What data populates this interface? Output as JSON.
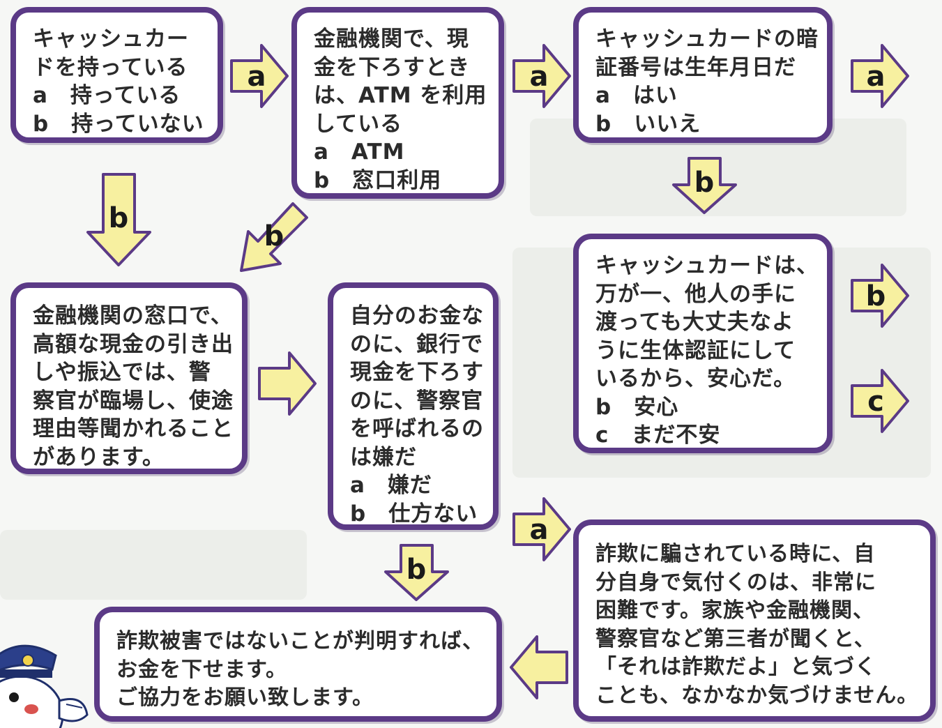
{
  "nodes": {
    "q1": [
      "キャッシュカー",
      "ドを持っている",
      "a　持っている",
      "b　持っていない"
    ],
    "q2": [
      "金融機関で、現",
      "金を下ろすとき",
      "は、ATM を利用",
      "している",
      "a　ATM",
      "b　窓口利用"
    ],
    "q3": [
      "キャッシュカードの暗",
      "証番号は生年月日だ",
      "a　はい",
      "b　いいえ"
    ],
    "info_counter": [
      "金融機関の窓口で、",
      "高額な現金の引き出",
      "しや振込では、警",
      "察官が臨場し、使途",
      "理由等聞かれること",
      "があります。"
    ],
    "q_police": [
      "自分のお金な",
      "のに、銀行で",
      "現金を下ろす",
      "のに、警察官",
      "を呼ばれるの",
      "は嫌だ",
      "a　嫌だ",
      "b　仕方ない"
    ],
    "q_bio": [
      "キャッシュカードは、",
      "万が一、他人の手に",
      "渡っても大丈夫なよ",
      "うに生体認証にして",
      "いるから、安心だ。",
      "b　安心",
      "c　まだ不安"
    ],
    "info_fraud": [
      "詐欺に騙されている時に、自",
      "分自身で気付くのは、非常に",
      "困難です。家族や金融機関、",
      "警察官など第三者が聞くと、",
      "「それは詐欺だよ」と気づく",
      "ことも、なかなか気づけません。"
    ],
    "final": [
      "詐欺被害ではないことが判明すれば、",
      "お金を下せます。",
      "ご協力をお願い致します。"
    ]
  },
  "arrows": {
    "q1_to_q2": "a",
    "q2_to_q3": "a",
    "q3_out": "a",
    "q1_down": "b",
    "q2_down": "b",
    "q3_down": "b",
    "bio_b": "b",
    "bio_c": "c",
    "police_a": "a",
    "police_b": "b"
  },
  "colors": {
    "box_border": "#5b3a86",
    "arrow_fill": "#f7f0a0",
    "arrow_stroke": "#5b3a86"
  },
  "icons": [
    "police-mascot-icon"
  ]
}
